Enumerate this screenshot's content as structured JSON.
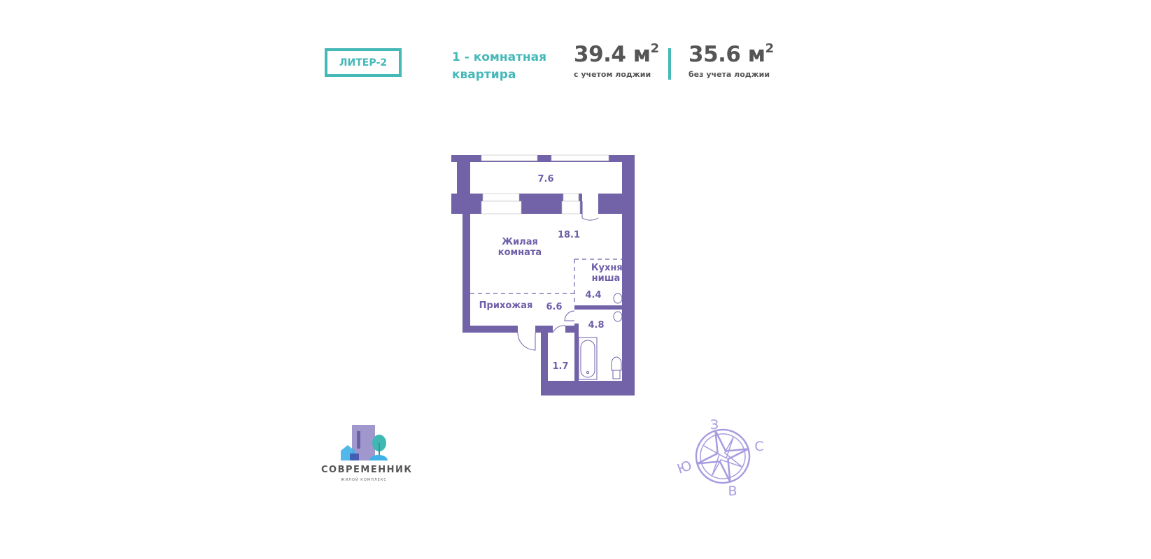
{
  "header": {
    "building": "ЛИТЕР-2",
    "type_line1": "1 - комнатная",
    "type_line2": "квартира",
    "area_total": "39.4 м",
    "area_total_note": "с учетом лоджии",
    "area_living": "35.6 м",
    "area_living_note": "без учета лоджии",
    "sup": "2"
  },
  "rooms": {
    "loggia_area": "7.6",
    "living_name_1": "Жилая",
    "living_name_2": "комната",
    "living_area": "18.1",
    "kitchen_name_1": "Кухня-",
    "kitchen_name_2": "ниша",
    "kitchen_area": "4.4",
    "hall_name": "Прихожая",
    "hall_area": "6.6",
    "bath_area": "4.8",
    "storage_area": "1.7"
  },
  "compass": {
    "west": "З",
    "north": "С",
    "east": "В",
    "south": "Ю"
  },
  "logo": {
    "name": "СОВРЕМЕННИК",
    "subtitle": "ЖИЛОЙ КОМПЛЕКС"
  },
  "colors": {
    "accent": "#45b8b8",
    "walls": "#7262a8",
    "text": "#555555",
    "compass": "#a89be0"
  }
}
